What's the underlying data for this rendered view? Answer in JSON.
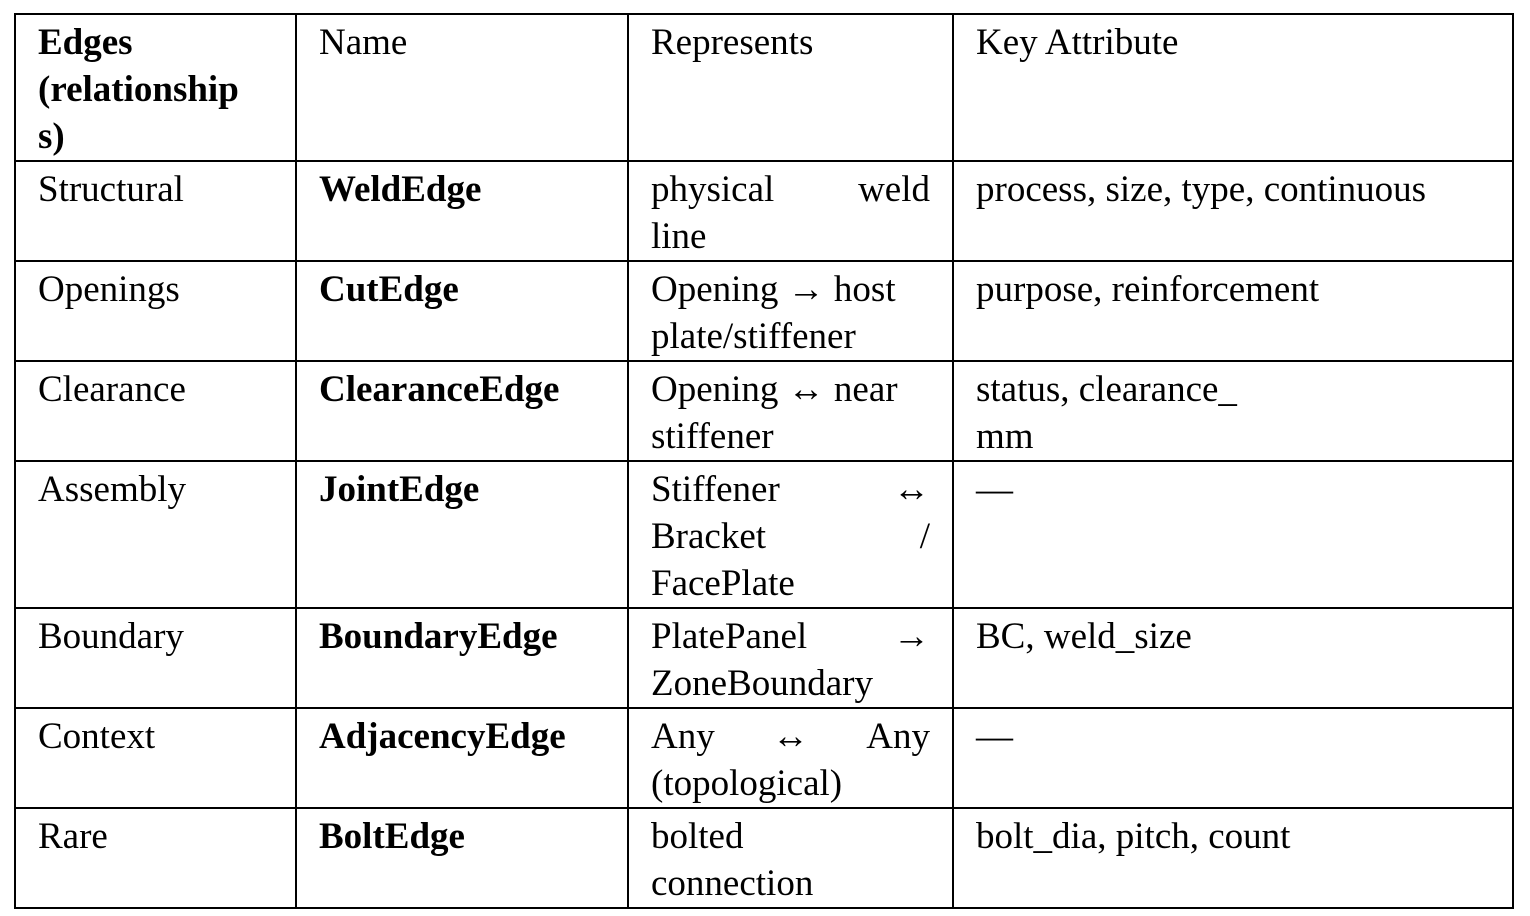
{
  "table": {
    "header": {
      "col1_lines": [
        "Edges",
        "(relationship",
        "s)"
      ],
      "col2": "Name",
      "col3": "Represents",
      "col4": "Key Attribute"
    },
    "rows": [
      {
        "category": "Structural",
        "name": "WeldEdge",
        "represents_lines": [
          [
            "physical",
            "weld"
          ],
          [
            "line"
          ]
        ],
        "attributes_lines": [
          "process, size, type, continuous"
        ]
      },
      {
        "category": "Openings",
        "name": "CutEdge",
        "represents_lines": [
          [
            "Opening → host"
          ],
          [
            "plate/stiffener"
          ]
        ],
        "attributes_lines": [
          "purpose, reinforcement"
        ]
      },
      {
        "category": "Clearance",
        "name": "ClearanceEdge",
        "represents_lines": [
          [
            "Opening ↔ near"
          ],
          [
            "stiffener"
          ]
        ],
        "attributes_lines": [
          "status, clearance_",
          "mm"
        ]
      },
      {
        "category": "Assembly",
        "name": "JointEdge",
        "represents_lines": [
          [
            "Stiffener",
            "↔"
          ],
          [
            "Bracket",
            "/"
          ],
          [
            "FacePlate"
          ]
        ],
        "attributes_lines": [
          "—"
        ]
      },
      {
        "category": "Boundary",
        "name": "BoundaryEdge",
        "represents_lines": [
          [
            "PlatePanel",
            "→"
          ],
          [
            "ZoneBoundary"
          ]
        ],
        "attributes_lines": [
          "BC, weld_size"
        ]
      },
      {
        "category": "Context",
        "name": "AdjacencyEdge",
        "represents_lines": [
          [
            "Any",
            "↔",
            "Any"
          ],
          [
            "(topological)"
          ]
        ],
        "attributes_lines": [
          "—"
        ]
      },
      {
        "category": "Rare",
        "name": "BoltEdge",
        "represents_lines": [
          [
            "bolted"
          ],
          [
            "connection"
          ]
        ],
        "attributes_lines": [
          "bolt_dia, pitch, count"
        ]
      }
    ]
  }
}
